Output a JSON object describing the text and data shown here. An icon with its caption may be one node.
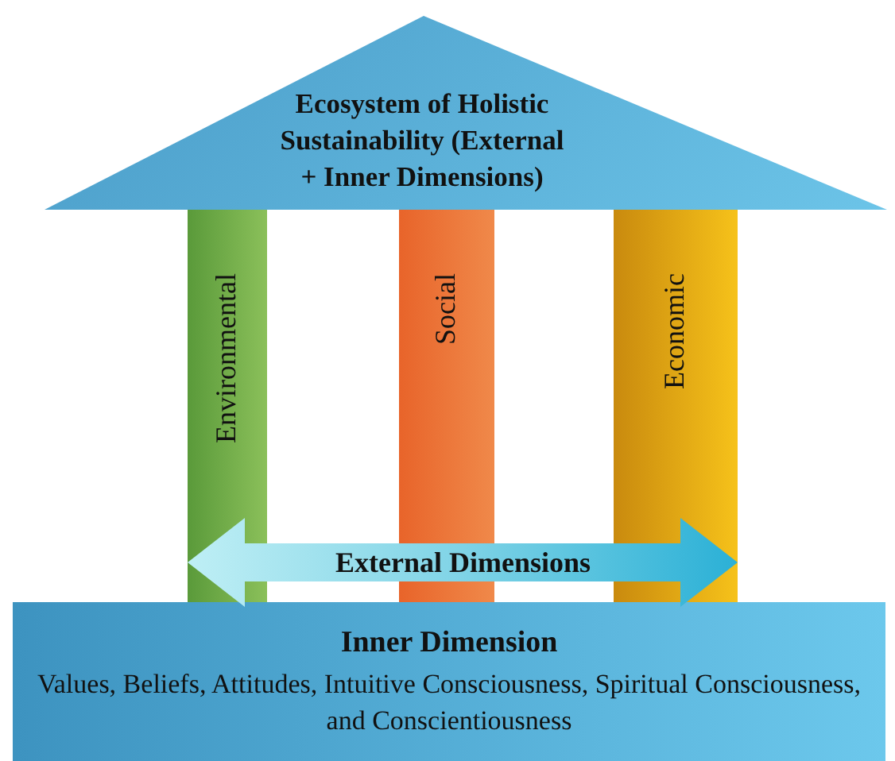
{
  "diagram": {
    "nodes": [
      {
        "text": [
          "Ecosystem of Holistic Sustainability (External + Inner Dimensions)"
        ]
      },
      {
        "text": [
          "Environmental"
        ]
      },
      {
        "text": [
          "Social"
        ]
      },
      {
        "text": [
          "Economic"
        ]
      },
      {
        "text": [
          "Inner Dimension",
          "Values, Beliefs, Attitudes, Intuitive Consciousness, Spiritual Consciousness, and Conscientiousness"
        ]
      }
    ],
    "edges": [
      {
        "from": 1,
        "to": 3,
        "arrow": "both",
        "label": "External Dimensions",
        "style": "thick"
      }
    ]
  }
}
